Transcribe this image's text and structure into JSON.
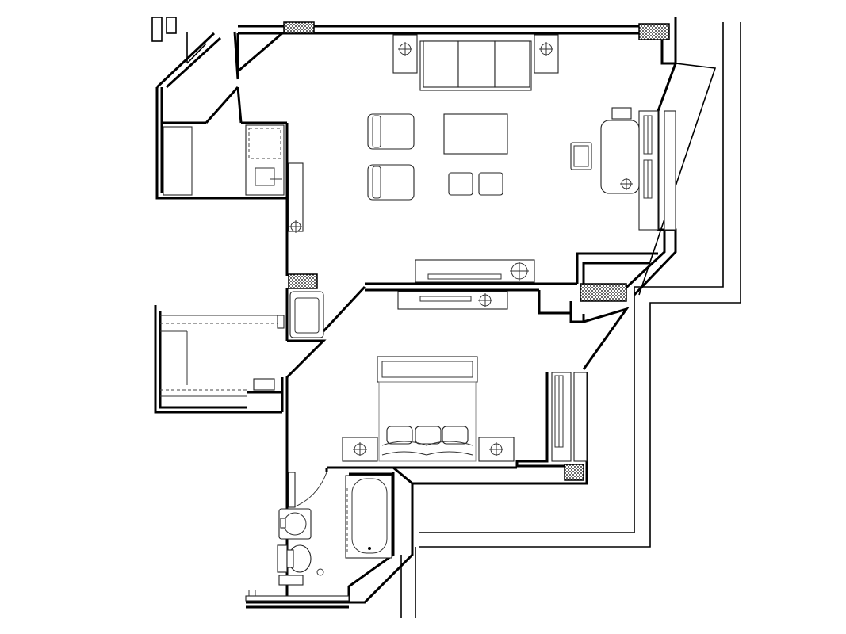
{
  "plan": {
    "colors": {
      "wall": "#000000",
      "background": "#ffffff",
      "furniture_line": "#333333",
      "column_hatch_dot": "#000000"
    },
    "rooms": [
      "living-room",
      "kitchenette",
      "closet",
      "bedroom",
      "bathroom",
      "balcony"
    ],
    "icons": [
      "lamp-icon",
      "sofa-icon",
      "armchair-icon",
      "coffee-table-icon",
      "desk-icon",
      "office-chair-icon",
      "tv-console-icon",
      "bed-icon",
      "pillow-icon",
      "nightstand-icon",
      "bathtub-icon",
      "sink-icon",
      "toilet-icon",
      "door-swing-icon",
      "hvac-unit-icon",
      "structural-column-icon"
    ]
  }
}
